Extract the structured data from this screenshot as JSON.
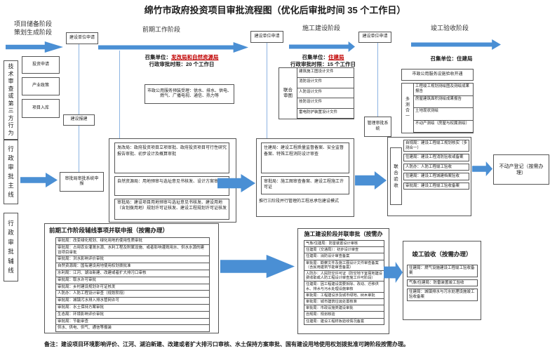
{
  "title": "绵竹市政府投资项目审批流程图（优化后审批时间 35 个工作日）",
  "top": {
    "stage1_line1": "项目储备阶段",
    "stage1_line2": "策划生成阶段",
    "stage2": "前期工作阶段",
    "stage3": "施工建设阶段",
    "stage4": "竣工验收阶段",
    "apply_label": "建设单位申请"
  },
  "left": {
    "tech_review": "技术审查或第三方行为",
    "reserve_boxes": [
      "投资申请",
      "产业政策",
      "项目入库"
    ],
    "baojian": "建设报建",
    "mainline": "行政审批主线",
    "auxline": "行政审批辅线",
    "system_apply": "审批局审批系统申报"
  },
  "qianqi": {
    "convener_prefix": "召集单位：",
    "convener": "发改局和自然资源局",
    "time_limit": "行政审批时限：20 个工作日",
    "utility_box": "市政公用服务预装受理：供水、排水、供电、燃气、广播电视、通信、热力等",
    "items": [
      "发改局：政府投资项目立项审批、政府投资项目可行性研究报告审批、初步设计及概算审批",
      "自然资源局：用地预审与选址意见书核发、设计方案审定",
      "审批局：建设项目用地预审与选址意见书核发、建设用地（含划拨用地）规划许可证核发、建设工程规划许可证核发"
    ]
  },
  "shigong": {
    "convener_prefix": "召集单位：",
    "convener": "住建局",
    "time_limit": "行政审批时限：15 个工作日",
    "tujian_label": "联合审图",
    "tujian_rows": [
      "建筑施工图设计文件",
      "消防设计文件",
      "人防设计文件",
      "技防设计文件",
      "雷电防护装置设计文件"
    ],
    "items": [
      "住建局：建设工程质量监督备案、安全监督备案、特殊工程消防设计审查",
      "审批局：施工图审查备案、建设工程施工许可证"
    ],
    "note": "推行三阶段并行管理的工程总承包建设模式",
    "system_box": "管理审批系统"
  },
  "jungong": {
    "convener_prefix": "召集单位：",
    "convener": "住建局",
    "utility_box": "市政公用服务设施验收开通",
    "duoce_label": "多测合一",
    "duoce_rows": [
      "工程竣工规划测绘图及测绘成果报告",
      "房屋建筑面积测绘成果报告",
      "土地现状测绘",
      "不动产测绘（房屋与权属测绘）"
    ],
    "yanshou_label": "联合验收",
    "yanshou_rows": [
      "自规局：建设工程竣工规划核实（多测合一）",
      "住建局：建设工程消防验收或备案",
      "人防办：人防工程竣工验收",
      "住建局：建设工程城建档案验收",
      "审批局：建设工程竣工验收备案"
    ],
    "budongchan": "不动产登记（按需办理）"
  },
  "aux_qianqi": {
    "title": "前期工作阶段辅线事项并联申报（按需办理）",
    "rows": [
      "审批局：改变绿化规划、绿化用地的使用性质审批",
      "审批局：占用农业灌溉水源、水利工程及附属设施、或者影响灌溉用水、供水水源的建设项目审批",
      "审批局：洪水影响评价审批",
      "自然资源局：国有建设用地使用权划拨批准",
      "水利局：江河、湖泊新建、改建或者扩大排污口审核",
      "审批局：取水许可审批",
      "审批局：乡村建设规划许可证核发",
      "人防办：人防工程设计审查（规划阶段）",
      "审批局：城镇污水排入排水管网许可",
      "审批局：水土保持方案审批",
      "生态局：环境影响评价审批",
      "审批局：节能审查",
      "供水、供电、供气、通信等报装"
    ]
  },
  "aux_shigong": {
    "title": "施工建设阶段并联审批（按需办理）",
    "rows": [
      "气象/住建局：防雷装置设计审核",
      "住建局（交通局）：初步设计审查",
      "住建局：消防设计审查备案",
      "审批局：勘察文件及施工图设计文件审查备案（含民用建筑节能审查备案）",
      "人防办：人民防空许可证（防空地下室易地建设费收取或人防工程设计审查施工许可阶段）",
      "住建局：因工程建设需要拆除、改动、迁移供水、排水与污水处理设施审核",
      "审批局：工程建设涉及城市绿地、树木审批",
      "审批局：城市建筑垃圾处置核准",
      "审批局：市政设施类建设审批",
      "自规局：规划核验",
      "住建局：建设工程样板验收情况备案"
    ]
  },
  "aux_jungong": {
    "title": "竣工验收（按需办理）",
    "rows": [
      "住建局：燃气设施建设工程竣工验收备案",
      "气象/住建局：防雷装置竣工验收",
      "住建局：城镇排水与污水处理设施竣工验收备案"
    ]
  },
  "footnote": "备注：建设项目环境影响评价、江河、湖泊新建、改建或者扩大排污口审核、水土保持方案审批、国有建设用地使用权划拨批准可跨阶段按需办理。",
  "colors": {
    "arrow": "#4a8fd4",
    "red": "#c00000",
    "line": "#8db4e2"
  }
}
